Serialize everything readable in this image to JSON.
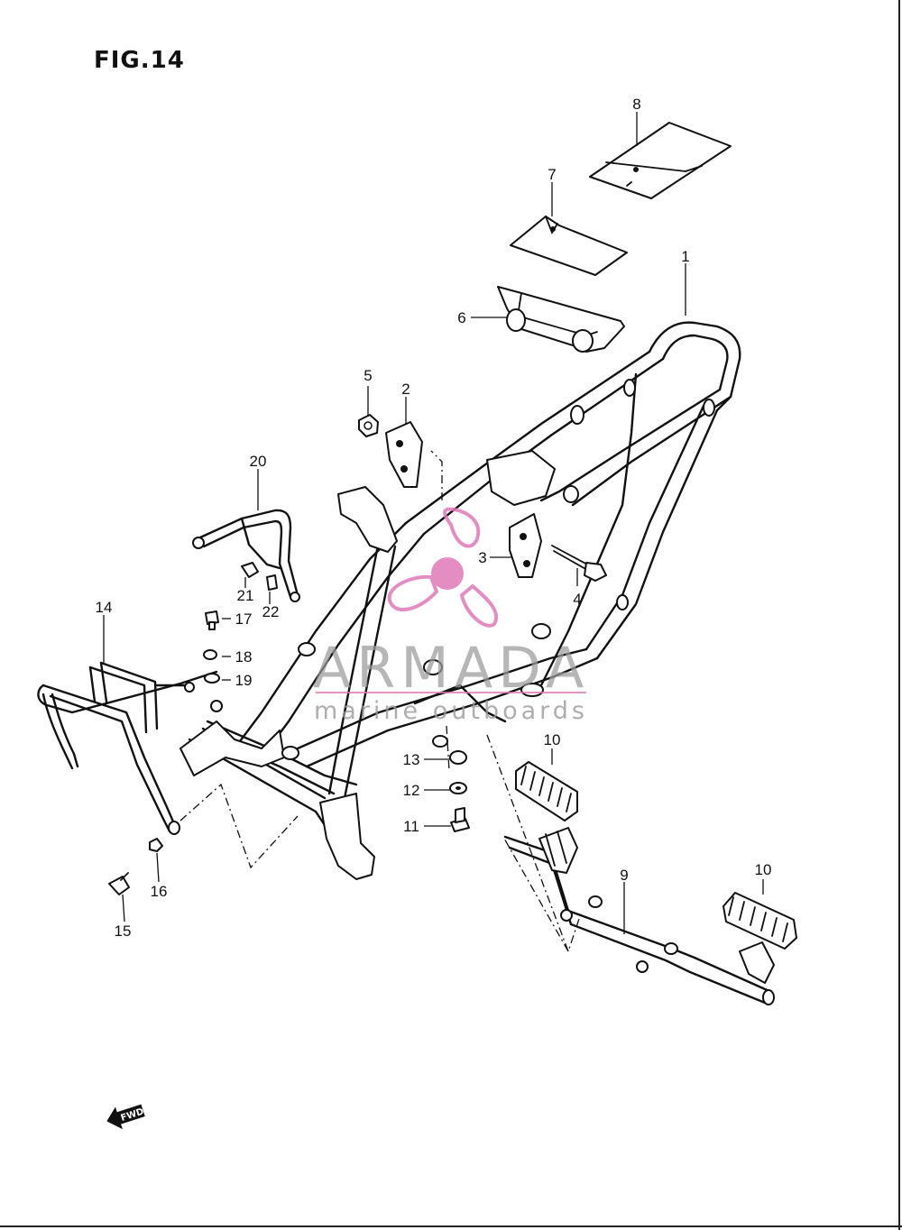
{
  "figure": {
    "title": "FIG.14"
  },
  "callouts": {
    "p1": "1",
    "p2": "2",
    "p3": "3",
    "p4": "4",
    "p5": "5",
    "p6": "6",
    "p7": "7",
    "p8": "8",
    "p9": "9",
    "p10a": "10",
    "p10b": "10",
    "p11": "11",
    "p12": "12",
    "p13": "13",
    "p14": "14",
    "p15": "15",
    "p16": "16",
    "p17": "17",
    "p18": "18",
    "p19": "19",
    "p20": "20",
    "p21": "21",
    "p22": "22"
  },
  "fwd_arrow": {
    "label": "FWD",
    "icon": "forward-arrow-icon"
  },
  "watermark": {
    "brand": "ARMADA",
    "tagline": "marine outboards",
    "logo_icon": "propeller-icon",
    "logo_color": "#e07ab8",
    "text_color": "#9a9a9a"
  }
}
